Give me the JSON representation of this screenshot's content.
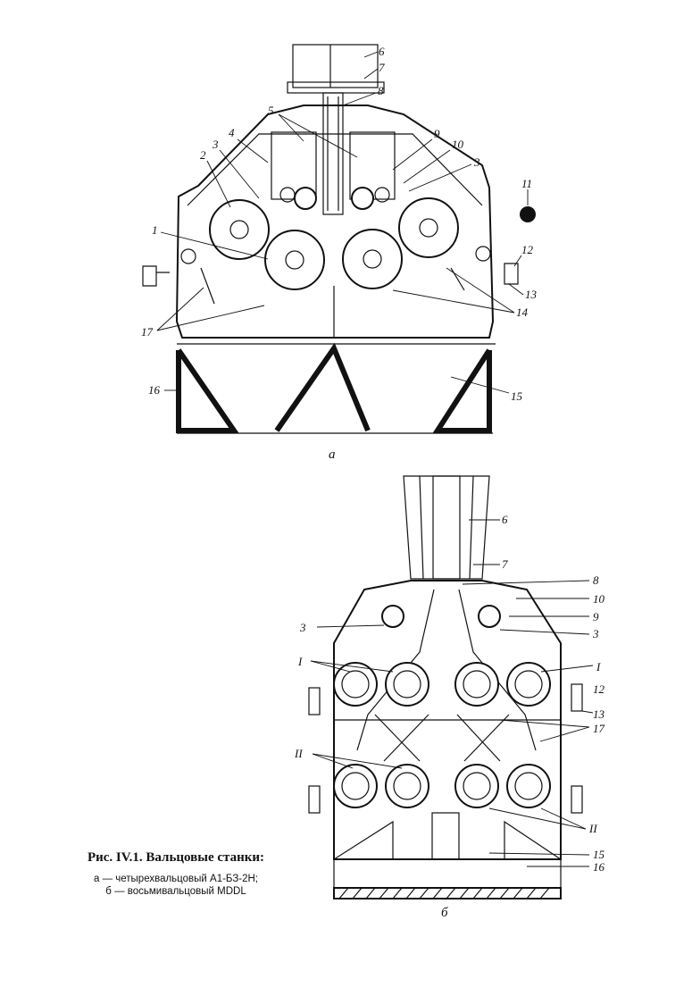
{
  "figure": {
    "caption": {
      "title": "Рис. IV.1. Вальцовые станки:",
      "line_a": "а — четырехвальцовый А1-БЗ-2Н;",
      "line_b": "б — восьмивальцовый MDDL"
    },
    "diagram_a": {
      "sublabel": "а",
      "labels": [
        "6",
        "7",
        "8",
        "5",
        "4",
        "3",
        "2",
        "9",
        "10",
        "3",
        "11",
        "1",
        "12",
        "13",
        "14",
        "17",
        "16",
        "15"
      ]
    },
    "diagram_b": {
      "sublabel": "б",
      "labels": [
        "6",
        "7",
        "8",
        "10",
        "9",
        "3",
        "3",
        "I",
        "I",
        "12",
        "13",
        "17",
        "II",
        "II",
        "15",
        "16"
      ]
    }
  }
}
